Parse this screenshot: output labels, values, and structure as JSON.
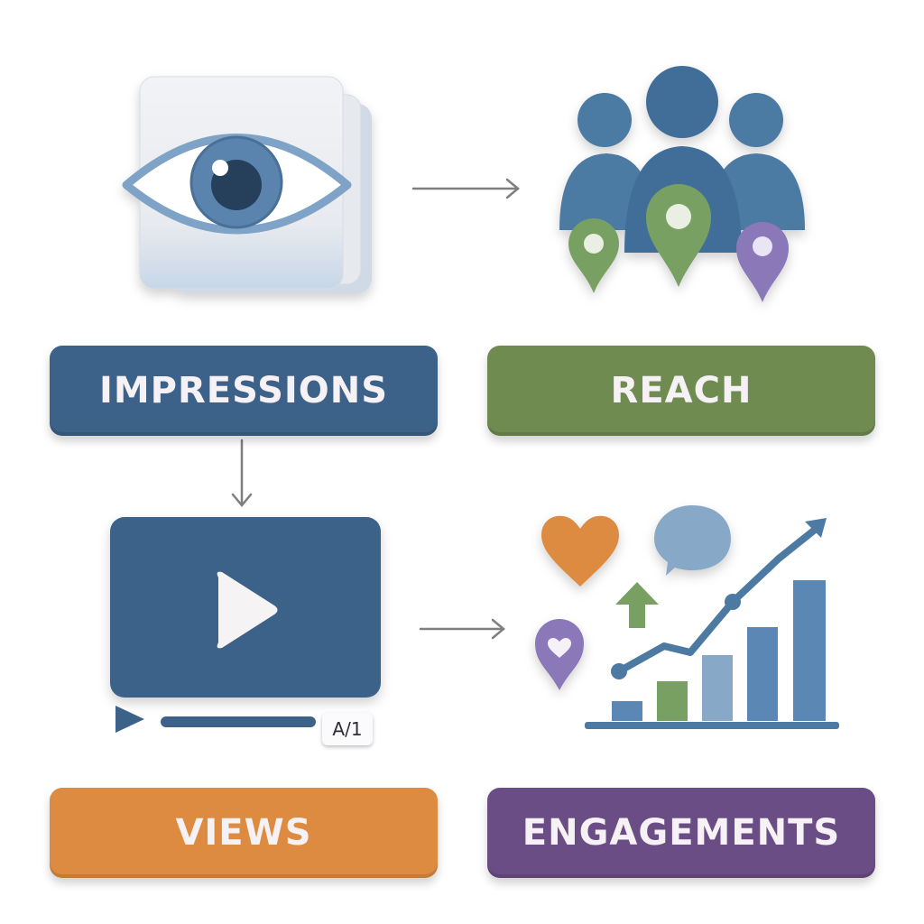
{
  "colors": {
    "blue": "#3d6289",
    "green": "#6f8b50",
    "orange": "#de8b42",
    "purple": "#6b4d85",
    "arrow": "#7f7f7f",
    "light_blue": "#88a8c8",
    "pin_green": "#79a063",
    "pin_purple": "#8b78b8"
  },
  "nodes": [
    {
      "id": "impressions",
      "label": "IMPRESSIONS",
      "color": "#3d6289",
      "icon": "eye-icon"
    },
    {
      "id": "reach",
      "label": "REACH",
      "color": "#6f8b50",
      "icon": "people-location-icon"
    },
    {
      "id": "views",
      "label": "VIEWS",
      "color": "#de8b42",
      "icon": "video-player-icon"
    },
    {
      "id": "engagements",
      "label": "ENGAGEMENTS",
      "color": "#6b4d85",
      "icon": "engagement-chart-icon"
    }
  ],
  "edges": [
    {
      "from": "impressions",
      "to": "reach"
    },
    {
      "from": "impressions",
      "to": "views"
    },
    {
      "from": "views",
      "to": "engagements"
    }
  ],
  "video_player": {
    "counter_text": "A/1"
  }
}
